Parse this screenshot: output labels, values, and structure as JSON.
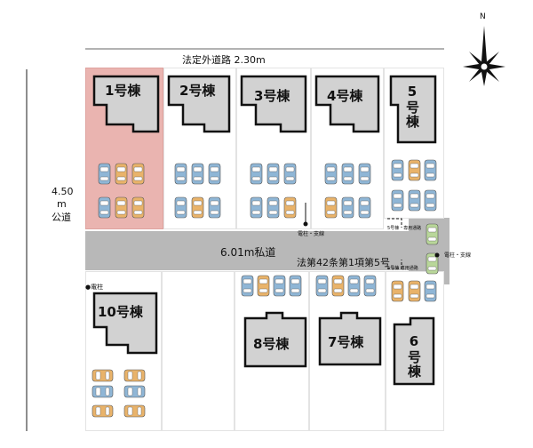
{
  "compass": {
    "north": "N"
  },
  "roads": {
    "top_road": "法定外道路 2.30m",
    "left_road_width": "4.50",
    "left_road_unit": "m",
    "left_road_name": "公道",
    "private_road": "6.01m私道",
    "legal_note": "法第42条第1項第5号"
  },
  "houses": [
    {
      "id": "1",
      "label": "1号棟"
    },
    {
      "id": "2",
      "label": "2号棟"
    },
    {
      "id": "3",
      "label": "3号棟"
    },
    {
      "id": "4",
      "label": "4号棟"
    },
    {
      "id": "5",
      "label": "5号棟"
    },
    {
      "id": "6",
      "label": "6号棟"
    },
    {
      "id": "7",
      "label": "7号棟"
    },
    {
      "id": "8",
      "label": "8号棟"
    },
    {
      "id": "10",
      "label": "10号棟"
    }
  ],
  "markers": {
    "pole_support_1": "電柱・支線",
    "pole_support_2": "電柱・支線",
    "pole": "●電柱",
    "small_label_1": "5号棟　専用通路",
    "small_label_2": "5号棟 専用通路"
  },
  "colors": {
    "highlight_lot": "#eab4b0",
    "building": "#d2d2d2",
    "road": "#b8b8b8",
    "car_blue": "#8fb6d6",
    "car_orange": "#e9b36a"
  }
}
